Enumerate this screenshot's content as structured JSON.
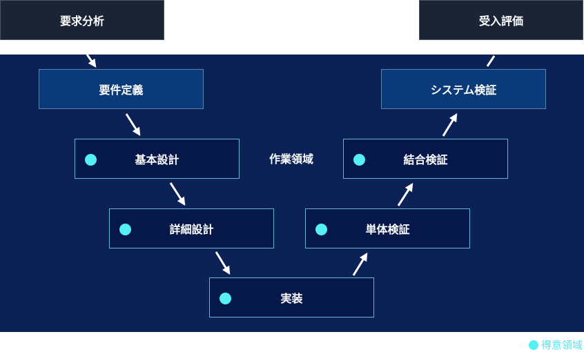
{
  "top": {
    "left_label": "要求分析",
    "right_label": "受入評価"
  },
  "boxes": {
    "requirements": "要件定義",
    "basic_design": "基本設計",
    "detail_design": "詳細設計",
    "implementation": "実装",
    "unit_test": "単体検証",
    "integration_test": "結合検証",
    "system_test": "システム検証"
  },
  "center_label": "作業領域",
  "legend": {
    "label": "得意領域"
  },
  "colors": {
    "panel": "#0c2257",
    "top_box": "#1b2434",
    "upper_box": "#0b3a78",
    "lower_box": "#06174a",
    "accent_dot": "#54f0f5"
  }
}
